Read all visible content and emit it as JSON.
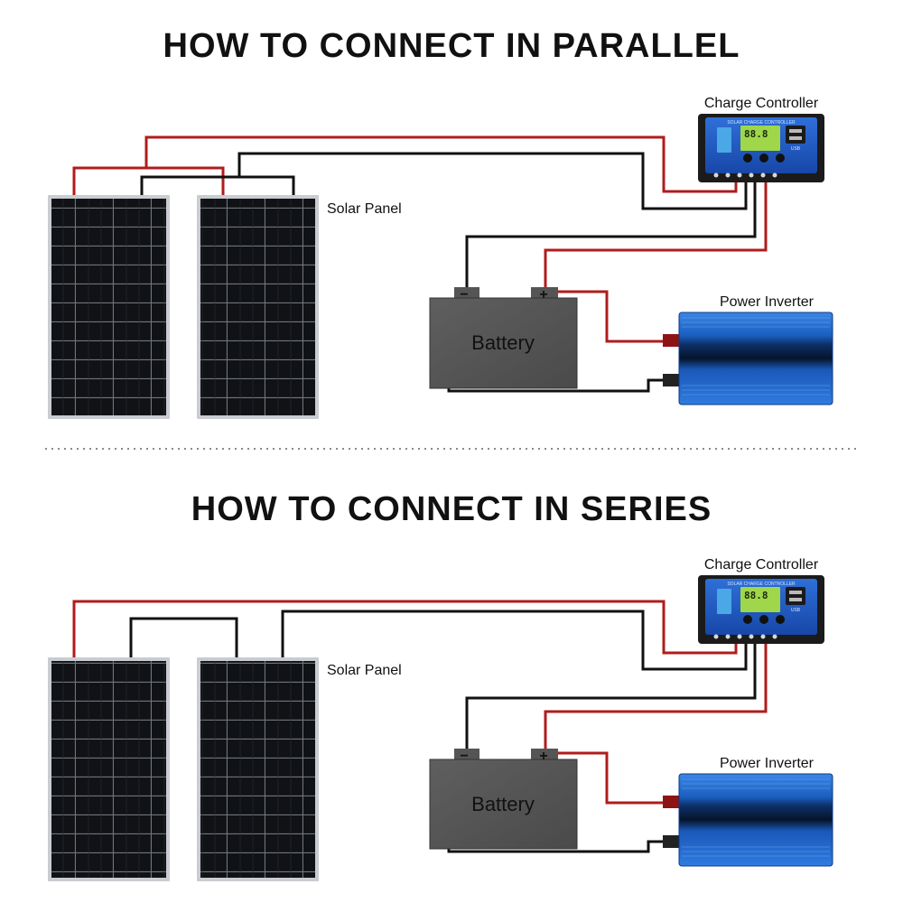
{
  "parallel": {
    "title": "HOW TO CONNECT IN PARALLEL",
    "controller_label": "Charge Controller",
    "panel_label": "Solar Panel",
    "battery_label": "Battery",
    "inverter_label": "Power Inverter",
    "battery_minus": "−",
    "battery_plus": "+",
    "controller_brand": "SOLAR CHARGE CONTROLLER",
    "controller_display": "88.8",
    "controller_usb": "USB"
  },
  "series": {
    "title": "HOW TO CONNECT IN SERIES",
    "controller_label": "Charge Controller",
    "panel_label": "Solar Panel",
    "battery_label": "Battery",
    "inverter_label": "Power Inverter",
    "battery_minus": "−",
    "battery_plus": "+",
    "controller_brand": "SOLAR CHARGE CONTROLLER",
    "controller_display": "88.8",
    "controller_usb": "USB"
  },
  "colors": {
    "positive_wire": "#b01c1c",
    "negative_wire": "#111111",
    "panel_cell": "#101216",
    "panel_frame": "#c9ccd0",
    "battery_body": "#565656",
    "inverter_blue": "#1f66c8",
    "controller_blue": "#1a57c4",
    "divider": "#8a8a8a"
  },
  "icons": [
    "solar-panel-icon",
    "battery-icon",
    "charge-controller-icon",
    "power-inverter-icon"
  ]
}
